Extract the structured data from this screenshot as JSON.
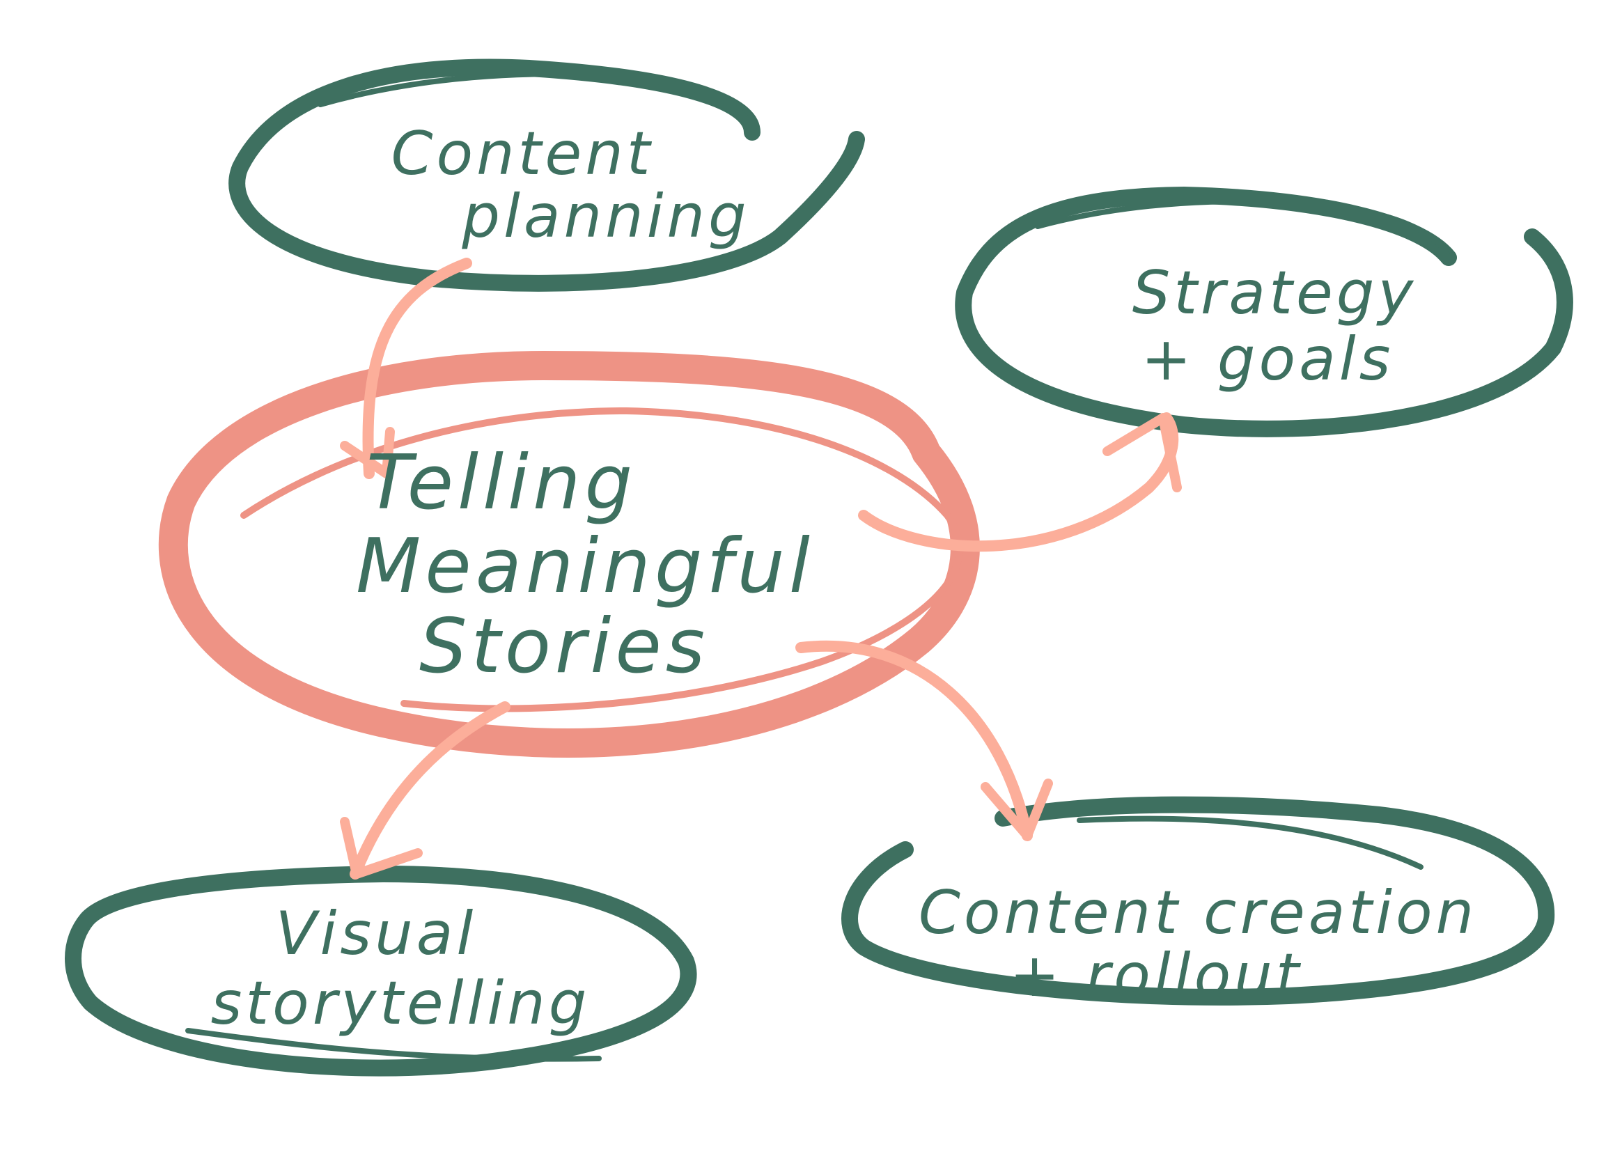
{
  "colors": {
    "node_outline": "#3e7060",
    "center_ring": "#ee9385",
    "arrow": "#fcae9a",
    "text": "#3e7060",
    "background": "#ffffff"
  },
  "center": {
    "lines": [
      "Telling",
      "Meaningful",
      "Stories"
    ]
  },
  "nodes": {
    "content_planning": {
      "lines": [
        "Content",
        "planning"
      ]
    },
    "strategy_goals": {
      "lines": [
        "Strategy",
        "+ goals"
      ]
    },
    "visual_storytelling": {
      "lines": [
        "Visual",
        "storytelling"
      ]
    },
    "content_creation_rollout": {
      "lines": [
        "Content creation",
        "+ rollout"
      ]
    }
  }
}
